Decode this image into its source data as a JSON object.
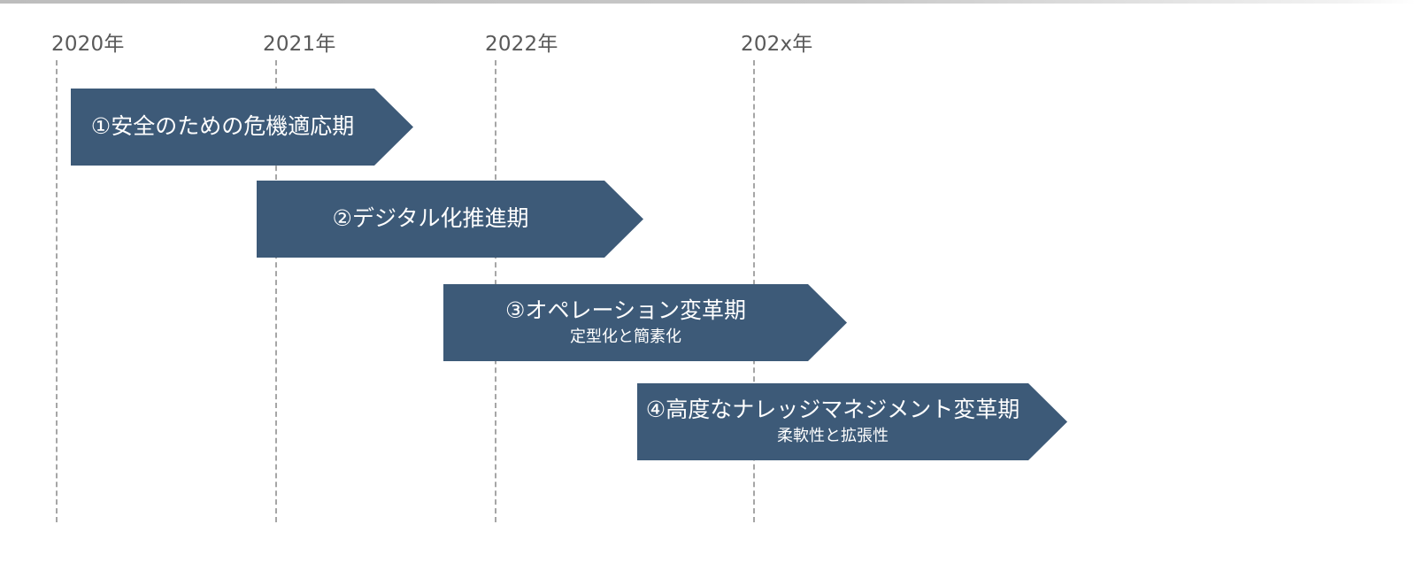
{
  "timeline": {
    "years": [
      "2020年",
      "2021年",
      "2022年",
      "202x年"
    ]
  },
  "phases": [
    {
      "title": "①安全のための危機適応期",
      "subtitle": ""
    },
    {
      "title": "②デジタル化推進期",
      "subtitle": ""
    },
    {
      "title": "③オペレーション変革期",
      "subtitle": "定型化と簡素化"
    },
    {
      "title": "④高度なナレッジマネジメント変革期",
      "subtitle": "柔軟性と拡張性"
    }
  ],
  "colors": {
    "arrow_fill": "#3d5a78",
    "arrow_text": "#ffffff",
    "year_text": "#595959",
    "guide_line": "#a6a6a6"
  }
}
